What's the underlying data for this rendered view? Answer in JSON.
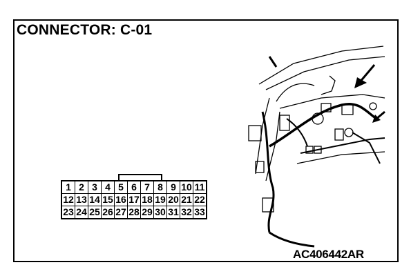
{
  "header": {
    "title": "CONNECTOR: C-01"
  },
  "connector": {
    "rows": [
      [
        "1",
        "2",
        "3",
        "4",
        "5",
        "6",
        "7",
        "8",
        "9",
        "10",
        "11"
      ],
      [
        "12",
        "13",
        "14",
        "15",
        "16",
        "17",
        "18",
        "19",
        "20",
        "21",
        "22"
      ],
      [
        "23",
        "24",
        "25",
        "26",
        "27",
        "28",
        "29",
        "30",
        "31",
        "32",
        "33"
      ]
    ]
  },
  "footer": {
    "code": "AC406442AR"
  }
}
